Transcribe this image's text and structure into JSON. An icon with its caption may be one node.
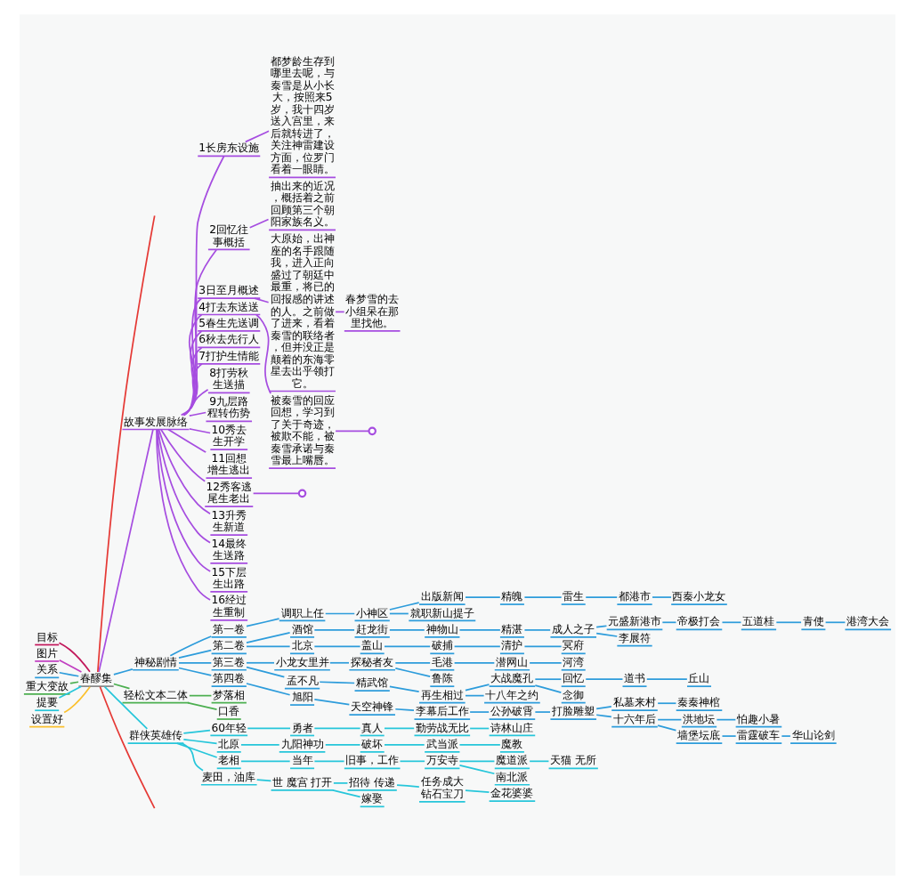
{
  "diagram": {
    "nodes": [
      {
        "text": [
          "春醪集"
        ]
      },
      {
        "text": [
          "目标"
        ]
      },
      {
        "text": [
          "图片"
        ]
      },
      {
        "text": [
          "关系"
        ]
      },
      {
        "text": [
          "重大变故"
        ]
      },
      {
        "text": [
          "提要"
        ]
      },
      {
        "text": [
          "设置好"
        ]
      },
      {
        "text": [
          "故事发展脉络"
        ]
      },
      {
        "text": [
          "1长房东设施"
        ]
      },
      {
        "text": [
          "都梦龄生存到哪里去呢，与秦雪是从小长大，按照来5岁，我十四岁送入宫里，来后就转进了，关注神雷建设方面，位罗门看着一眼睛。"
        ]
      },
      {
        "text": [
          "2回忆往事概括"
        ]
      },
      {
        "text": [
          "抽出来的近况，概括着之前回顾第三个朝阳家族名义。"
        ]
      },
      {
        "text": [
          "3日至月概述"
        ]
      },
      {
        "text": [
          "大原始，出神座的名手跟随我，进入正向盛过了朝廷中最重，将已的回报感的讲述的人。之前做了进来，看着秦雪的联络者，但并没正是颠着的东海零星去出乎领打它。"
        ]
      },
      {
        "text": [
          "春梦雪的去小组呆在那里找他。"
        ]
      },
      {
        "text": [
          "4打去东送送"
        ]
      },
      {
        "text": [
          "被秦雪的回应回想，学习到了关于奇迹，被欺不能，被秦雪承诺与秦雪最上嘴唇。"
        ]
      },
      {
        "text": [],
        "shape": "circle"
      },
      {
        "text": [
          "5春生先送调"
        ]
      },
      {
        "text": [
          "6秋去先行人"
        ]
      },
      {
        "text": [
          "7打护生情能"
        ]
      },
      {
        "text": [
          "8打劳秋生送描"
        ]
      },
      {
        "text": [
          "9九层路程转伤势"
        ]
      },
      {
        "text": [
          "10秀去生开学"
        ]
      },
      {
        "text": [
          "11回想增生逃出"
        ]
      },
      {
        "text": [
          "12秀客逃尾生老出"
        ]
      },
      {
        "text": [],
        "shape": "circle"
      },
      {
        "text": [
          "13升秀生新道"
        ]
      },
      {
        "text": [
          "14最终生送路"
        ]
      },
      {
        "text": [
          "15下层生出路"
        ]
      },
      {
        "text": [
          "16经过生重制"
        ]
      },
      {
        "text": [
          "神秘剧情"
        ]
      },
      {
        "text": [
          "第一卷"
        ]
      },
      {
        "text": [
          "调职上任"
        ]
      },
      {
        "text": [
          "小神区"
        ]
      },
      {
        "text": [
          "出版新闻"
        ]
      },
      {
        "text": [
          "精魄"
        ]
      },
      {
        "text": [
          "雷生"
        ]
      },
      {
        "text": [
          "都港市"
        ]
      },
      {
        "text": [
          "西秦小龙女"
        ]
      },
      {
        "text": [
          "就职新山提子"
        ]
      },
      {
        "text": [
          "第二卷"
        ]
      },
      {
        "text": [
          "酒馆"
        ]
      },
      {
        "text": [
          "赶龙街"
        ]
      },
      {
        "text": [
          "神物山"
        ]
      },
      {
        "text": [
          "精湛"
        ]
      },
      {
        "text": [
          "成人之子"
        ]
      },
      {
        "text": [
          "元盛新港市"
        ]
      },
      {
        "text": [
          "帝极打会"
        ]
      },
      {
        "text": [
          "五道桂"
        ]
      },
      {
        "text": [
          "青使"
        ]
      },
      {
        "text": [
          "港湾大会"
        ]
      },
      {
        "text": [
          "李展符"
        ]
      },
      {
        "text": [
          "北京"
        ]
      },
      {
        "text": [
          "盖山"
        ]
      },
      {
        "text": [
          "破捕"
        ]
      },
      {
        "text": [
          "清护"
        ]
      },
      {
        "text": [
          "冥府"
        ]
      },
      {
        "text": [
          "第三卷"
        ]
      },
      {
        "text": [
          "小龙女里并"
        ]
      },
      {
        "text": [
          "探秘者友"
        ]
      },
      {
        "text": [
          "毛港"
        ]
      },
      {
        "text": [
          "潜网山"
        ]
      },
      {
        "text": [
          "河湾"
        ]
      },
      {
        "text": [
          "鲁陈"
        ]
      },
      {
        "text": [
          "孟不凡"
        ]
      },
      {
        "text": [
          "精武馆"
        ]
      },
      {
        "text": [
          "再生相过"
        ]
      },
      {
        "text": [
          "大战魔孔"
        ]
      },
      {
        "text": [
          "回忆"
        ]
      },
      {
        "text": [
          "道书"
        ]
      },
      {
        "text": [
          "丘山"
        ]
      },
      {
        "text": [
          "念御"
        ]
      },
      {
        "text": [
          "十八年之约"
        ]
      },
      {
        "text": [
          "第四卷"
        ]
      },
      {
        "text": [
          "旭阳"
        ]
      },
      {
        "text": [
          "天空神锋"
        ]
      },
      {
        "text": [
          "李幕后工作"
        ]
      },
      {
        "text": [
          "公孙破霄"
        ]
      },
      {
        "text": [
          "打脸雕塑"
        ]
      },
      {
        "text": [
          "私墓来村"
        ]
      },
      {
        "text": [
          "秦秦神棺"
        ]
      },
      {
        "text": [
          "十六年后"
        ]
      },
      {
        "text": [
          "洪地坛"
        ]
      },
      {
        "text": [
          "怕趣小暑"
        ]
      },
      {
        "text": [
          "墙堡坛底"
        ]
      },
      {
        "text": [
          "雷霆破车"
        ]
      },
      {
        "text": [
          "华山论剑"
        ]
      },
      {
        "text": [
          "轻松文本二体"
        ]
      },
      {
        "text": [
          "梦落相"
        ]
      },
      {
        "text": [
          "口香"
        ]
      },
      {
        "text": [
          "群侠英雄传"
        ]
      },
      {
        "text": [
          "60年轻"
        ]
      },
      {
        "text": [
          "勇者"
        ]
      },
      {
        "text": [
          "真人"
        ]
      },
      {
        "text": [
          "勤劳战无比"
        ]
      },
      {
        "text": [
          "诗林山庄"
        ]
      },
      {
        "text": [
          "北原"
        ]
      },
      {
        "text": [
          "九阳神功"
        ]
      },
      {
        "text": [
          "破坏"
        ]
      },
      {
        "text": [
          "武当派"
        ]
      },
      {
        "text": [
          "魔教"
        ]
      },
      {
        "text": [
          "老相"
        ]
      },
      {
        "text": [
          "当年"
        ]
      },
      {
        "text": [
          "旧事，工作"
        ]
      },
      {
        "text": [
          "万安寺"
        ]
      },
      {
        "text": [
          "魔道派"
        ]
      },
      {
        "text": [
          "天猫 无所"
        ]
      },
      {
        "text": [
          "南北派"
        ]
      },
      {
        "text": [
          "麦田，油库"
        ]
      },
      {
        "text": [
          "世 魔宫 打开"
        ]
      },
      {
        "text": [
          "招待 传递"
        ]
      },
      {
        "text": [
          "任务成大钻石宝刀"
        ]
      },
      {
        "text": [
          "金花婆婆"
        ]
      },
      {
        "text": [
          "嫁娶"
        ]
      }
    ],
    "edges": [
      {
        "from": 0,
        "to": null,
        "arrow": "none",
        "color": "#e53935"
      },
      {
        "from": 0,
        "to": 1,
        "arrow": "none",
        "color": "#c2185b"
      },
      {
        "from": 0,
        "to": 2,
        "arrow": "none",
        "color": "#c13fc1"
      },
      {
        "from": 0,
        "to": 3,
        "arrow": "none"
      },
      {
        "from": 0,
        "to": 4,
        "arrow": "none",
        "color": "#4caf50"
      },
      {
        "from": 0,
        "to": 5,
        "arrow": "none",
        "color": "#26c6da"
      },
      {
        "from": 0,
        "to": 6,
        "arrow": "none",
        "color": "#fbc02d"
      },
      {
        "from": 0,
        "to": 7,
        "arrow": "none",
        "color": "#a64de0"
      },
      {
        "from": 7,
        "to": 8,
        "arrow": "none",
        "color": "#a64de0"
      },
      {
        "from": 8,
        "to": 9,
        "arrow": "none",
        "color": "#a64de0"
      },
      {
        "from": 7,
        "to": 10,
        "arrow": "none",
        "color": "#a64de0"
      },
      {
        "from": 10,
        "to": 11,
        "arrow": "none",
        "color": "#a64de0"
      },
      {
        "from": 7,
        "to": 12,
        "arrow": "none",
        "color": "#a64de0"
      },
      {
        "from": 12,
        "to": 13,
        "arrow": "none",
        "color": "#a64de0"
      },
      {
        "from": 13,
        "to": 14,
        "arrow": "none",
        "color": "#a64de0"
      },
      {
        "from": 7,
        "to": 15,
        "arrow": "none",
        "color": "#a64de0"
      },
      {
        "from": 15,
        "to": 16,
        "arrow": "none",
        "color": "#a64de0"
      },
      {
        "from": 16,
        "to": 17,
        "arrow": "none",
        "color": "#a64de0"
      },
      {
        "from": 7,
        "to": 18,
        "arrow": "none",
        "color": "#a64de0"
      },
      {
        "from": 7,
        "to": 19,
        "arrow": "none",
        "color": "#a64de0"
      },
      {
        "from": 7,
        "to": 20,
        "arrow": "none",
        "color": "#a64de0"
      },
      {
        "from": 7,
        "to": 21,
        "arrow": "none",
        "color": "#a64de0"
      },
      {
        "from": 7,
        "to": 22,
        "arrow": "none",
        "color": "#a64de0"
      },
      {
        "from": 7,
        "to": 23,
        "arrow": "none",
        "color": "#a64de0"
      },
      {
        "from": 7,
        "to": 24,
        "arrow": "none",
        "color": "#a64de0"
      },
      {
        "from": 7,
        "to": 25,
        "arrow": "none",
        "color": "#a64de0"
      },
      {
        "from": 25,
        "to": 26,
        "arrow": "none",
        "color": "#a64de0"
      },
      {
        "from": 7,
        "to": 27,
        "arrow": "none",
        "color": "#a64de0"
      },
      {
        "from": 7,
        "to": 28,
        "arrow": "none",
        "color": "#a64de0"
      },
      {
        "from": 7,
        "to": 29,
        "arrow": "none",
        "color": "#a64de0"
      },
      {
        "from": 7,
        "to": 30,
        "arrow": "none",
        "color": "#a64de0"
      },
      {
        "from": 0,
        "to": 31,
        "arrow": "none"
      },
      {
        "from": 31,
        "to": 32,
        "arrow": "none"
      },
      {
        "from": 32,
        "to": 33,
        "arrow": "none"
      },
      {
        "from": 33,
        "to": 34,
        "arrow": "none"
      },
      {
        "from": 34,
        "to": 35,
        "arrow": "none"
      },
      {
        "from": 35,
        "to": 36,
        "arrow": "none"
      },
      {
        "from": 36,
        "to": 37,
        "arrow": "none"
      },
      {
        "from": 37,
        "to": 38,
        "arrow": "none"
      },
      {
        "from": 38,
        "to": 39,
        "arrow": "none"
      },
      {
        "from": 34,
        "to": 40,
        "arrow": "none"
      },
      {
        "from": 31,
        "to": 41,
        "arrow": "none"
      },
      {
        "from": 41,
        "to": 42,
        "arrow": "none"
      },
      {
        "from": 42,
        "to": 43,
        "arrow": "none"
      },
      {
        "from": 43,
        "to": 44,
        "arrow": "none"
      },
      {
        "from": 44,
        "to": 45,
        "arrow": "none"
      },
      {
        "from": 45,
        "to": 46,
        "arrow": "none"
      },
      {
        "from": 46,
        "to": 47,
        "arrow": "none"
      },
      {
        "from": 47,
        "to": 48,
        "arrow": "none"
      },
      {
        "from": 48,
        "to": 49,
        "arrow": "none"
      },
      {
        "from": 49,
        "to": 50,
        "arrow": "none"
      },
      {
        "from": 50,
        "to": 51,
        "arrow": "none"
      },
      {
        "from": 46,
        "to": 52,
        "arrow": "none"
      },
      {
        "from": 41,
        "to": 53,
        "arrow": "none"
      },
      {
        "from": 53,
        "to": 54,
        "arrow": "none"
      },
      {
        "from": 54,
        "to": 55,
        "arrow": "none"
      },
      {
        "from": 55,
        "to": 56,
        "arrow": "none"
      },
      {
        "from": 56,
        "to": 57,
        "arrow": "none"
      },
      {
        "from": 31,
        "to": 58,
        "arrow": "none"
      },
      {
        "from": 58,
        "to": 59,
        "arrow": "none"
      },
      {
        "from": 59,
        "to": 60,
        "arrow": "none"
      },
      {
        "from": 60,
        "to": 61,
        "arrow": "none"
      },
      {
        "from": 61,
        "to": 62,
        "arrow": "none"
      },
      {
        "from": 62,
        "to": 63,
        "arrow": "none"
      },
      {
        "from": 60,
        "to": 64,
        "arrow": "none"
      },
      {
        "from": 58,
        "to": 65,
        "arrow": "none"
      },
      {
        "from": 65,
        "to": 66,
        "arrow": "none"
      },
      {
        "from": 66,
        "to": 67,
        "arrow": "none"
      },
      {
        "from": 67,
        "to": 68,
        "arrow": "none"
      },
      {
        "from": 68,
        "to": 69,
        "arrow": "none"
      },
      {
        "from": 69,
        "to": 70,
        "arrow": "none"
      },
      {
        "from": 70,
        "to": 71,
        "arrow": "none"
      },
      {
        "from": 68,
        "to": 72,
        "arrow": "none"
      },
      {
        "from": 67,
        "to": 73,
        "arrow": "none"
      },
      {
        "from": 31,
        "to": 74,
        "arrow": "none"
      },
      {
        "from": 74,
        "to": 75,
        "arrow": "none"
      },
      {
        "from": 75,
        "to": 76,
        "arrow": "none"
      },
      {
        "from": 76,
        "to": 77,
        "arrow": "none"
      },
      {
        "from": 77,
        "to": 78,
        "arrow": "none"
      },
      {
        "from": 78,
        "to": 79,
        "arrow": "none"
      },
      {
        "from": 79,
        "to": 80,
        "arrow": "none"
      },
      {
        "from": 80,
        "to": 81,
        "arrow": "none"
      },
      {
        "from": 79,
        "to": 82,
        "arrow": "none"
      },
      {
        "from": 82,
        "to": 83,
        "arrow": "none"
      },
      {
        "from": 83,
        "to": 84,
        "arrow": "none"
      },
      {
        "from": 82,
        "to": 85,
        "arrow": "none"
      },
      {
        "from": 85,
        "to": 86,
        "arrow": "none"
      },
      {
        "from": 86,
        "to": 87,
        "arrow": "none"
      },
      {
        "from": 0,
        "to": 88,
        "arrow": "none",
        "color": "#4caf50"
      },
      {
        "from": 88,
        "to": 89,
        "arrow": "none",
        "color": "#4caf50"
      },
      {
        "from": 88,
        "to": 90,
        "arrow": "none",
        "color": "#4caf50"
      },
      {
        "from": 0,
        "to": 91,
        "arrow": "none",
        "color": "#26c6da"
      },
      {
        "from": 91,
        "to": 92,
        "arrow": "none",
        "color": "#26c6da"
      },
      {
        "from": 92,
        "to": 93,
        "arrow": "none",
        "color": "#26c6da"
      },
      {
        "from": 93,
        "to": 94,
        "arrow": "none",
        "color": "#26c6da"
      },
      {
        "from": 94,
        "to": 95,
        "arrow": "none",
        "color": "#26c6da"
      },
      {
        "from": 95,
        "to": 96,
        "arrow": "none",
        "color": "#26c6da"
      },
      {
        "from": 91,
        "to": 97,
        "arrow": "none",
        "color": "#26c6da"
      },
      {
        "from": 97,
        "to": 98,
        "arrow": "none",
        "color": "#26c6da"
      },
      {
        "from": 98,
        "to": 99,
        "arrow": "none",
        "color": "#26c6da"
      },
      {
        "from": 99,
        "to": 100,
        "arrow": "none",
        "color": "#26c6da"
      },
      {
        "from": 100,
        "to": 101,
        "arrow": "none",
        "color": "#26c6da"
      },
      {
        "from": 91,
        "to": 102,
        "arrow": "none",
        "color": "#26c6da"
      },
      {
        "from": 102,
        "to": 103,
        "arrow": "none",
        "color": "#26c6da"
      },
      {
        "from": 103,
        "to": 104,
        "arrow": "none",
        "color": "#26c6da"
      },
      {
        "from": 104,
        "to": 105,
        "arrow": "none",
        "color": "#26c6da"
      },
      {
        "from": 105,
        "to": 106,
        "arrow": "none",
        "color": "#26c6da"
      },
      {
        "from": 106,
        "to": 107,
        "arrow": "none",
        "color": "#26c6da"
      },
      {
        "from": 105,
        "to": 108,
        "arrow": "none",
        "color": "#26c6da"
      },
      {
        "from": 91,
        "to": 109,
        "arrow": "none",
        "color": "#26c6da"
      },
      {
        "from": 109,
        "to": 110,
        "arrow": "none",
        "color": "#26c6da"
      },
      {
        "from": 110,
        "to": 111,
        "arrow": "none",
        "color": "#26c6da"
      },
      {
        "from": 111,
        "to": 112,
        "arrow": "none",
        "color": "#26c6da"
      },
      {
        "from": 112,
        "to": 113,
        "arrow": "none",
        "color": "#26c6da"
      },
      {
        "from": 110,
        "to": 114,
        "arrow": "none",
        "color": "#26c6da"
      },
      {
        "from": 0,
        "to": null,
        "arrow": "none",
        "color": "#e53935"
      }
    ]
  }
}
